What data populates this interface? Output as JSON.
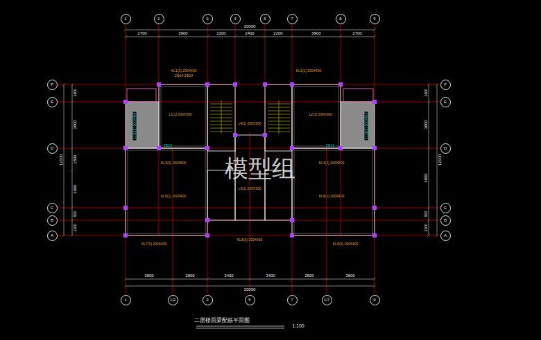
{
  "diagram": {
    "title": "二层楼面梁配筋平面图",
    "nodes": [
      {
        "text": [
          "1"
        ]
      },
      {
        "text": [
          "2"
        ]
      },
      {
        "text": [
          "3"
        ]
      },
      {
        "text": [
          "4"
        ]
      },
      {
        "text": [
          "6"
        ]
      },
      {
        "text": [
          "7"
        ]
      },
      {
        "text": [
          "8"
        ]
      },
      {
        "text": [
          "9"
        ]
      },
      {
        "text": [
          "F"
        ]
      },
      {
        "text": [
          "E"
        ]
      },
      {
        "text": [
          "D"
        ]
      },
      {
        "text": [
          "C"
        ]
      },
      {
        "text": [
          "B"
        ]
      },
      {
        "text": [
          "A"
        ]
      },
      {
        "text": [
          "F"
        ]
      },
      {
        "text": [
          "E"
        ]
      },
      {
        "text": [
          "D"
        ]
      },
      {
        "text": [
          "C"
        ]
      },
      {
        "text": [
          "B"
        ]
      },
      {
        "text": [
          "A"
        ]
      },
      {
        "text": [
          "1"
        ]
      },
      {
        "text": [
          "1/2"
        ]
      },
      {
        "text": [
          "3"
        ]
      },
      {
        "text": [
          "5"
        ]
      },
      {
        "text": [
          "7"
        ]
      },
      {
        "text": [
          "1/7"
        ]
      },
      {
        "text": [
          "9"
        ]
      }
    ],
    "labels": [
      "2700",
      "3900",
      "2200",
      "2400",
      "2200",
      "3900",
      "2700",
      "20000",
      "3800",
      "2800",
      "3400",
      "3400",
      "2800",
      "3800",
      "20000",
      "1400",
      "3800",
      "1800",
      "3000",
      "900",
      "1200",
      "12100",
      "1400",
      "3800",
      "4800",
      "900",
      "1200",
      "12100",
      "KL1(3) 200X400",
      "2Φ14;2Φ14",
      "KL2(1) 200X400",
      "L1(1) 200X300",
      "L2(1) 200X300",
      "KL3(3) 200X500",
      "KL4(3) 200X500",
      "KL5(1) 200X400",
      "KL6(1) 200X400",
      "L3(1) 200X300",
      "L4(1) 200X300",
      "KL7(3) 200X400",
      "KL8(3) 200X400",
      "KL9(3) 200X400",
      "2Φ16",
      "2Φ16",
      "KL10(2) 200X400",
      "KL11(2) 200X400",
      "模型组",
      "1:100"
    ]
  }
}
